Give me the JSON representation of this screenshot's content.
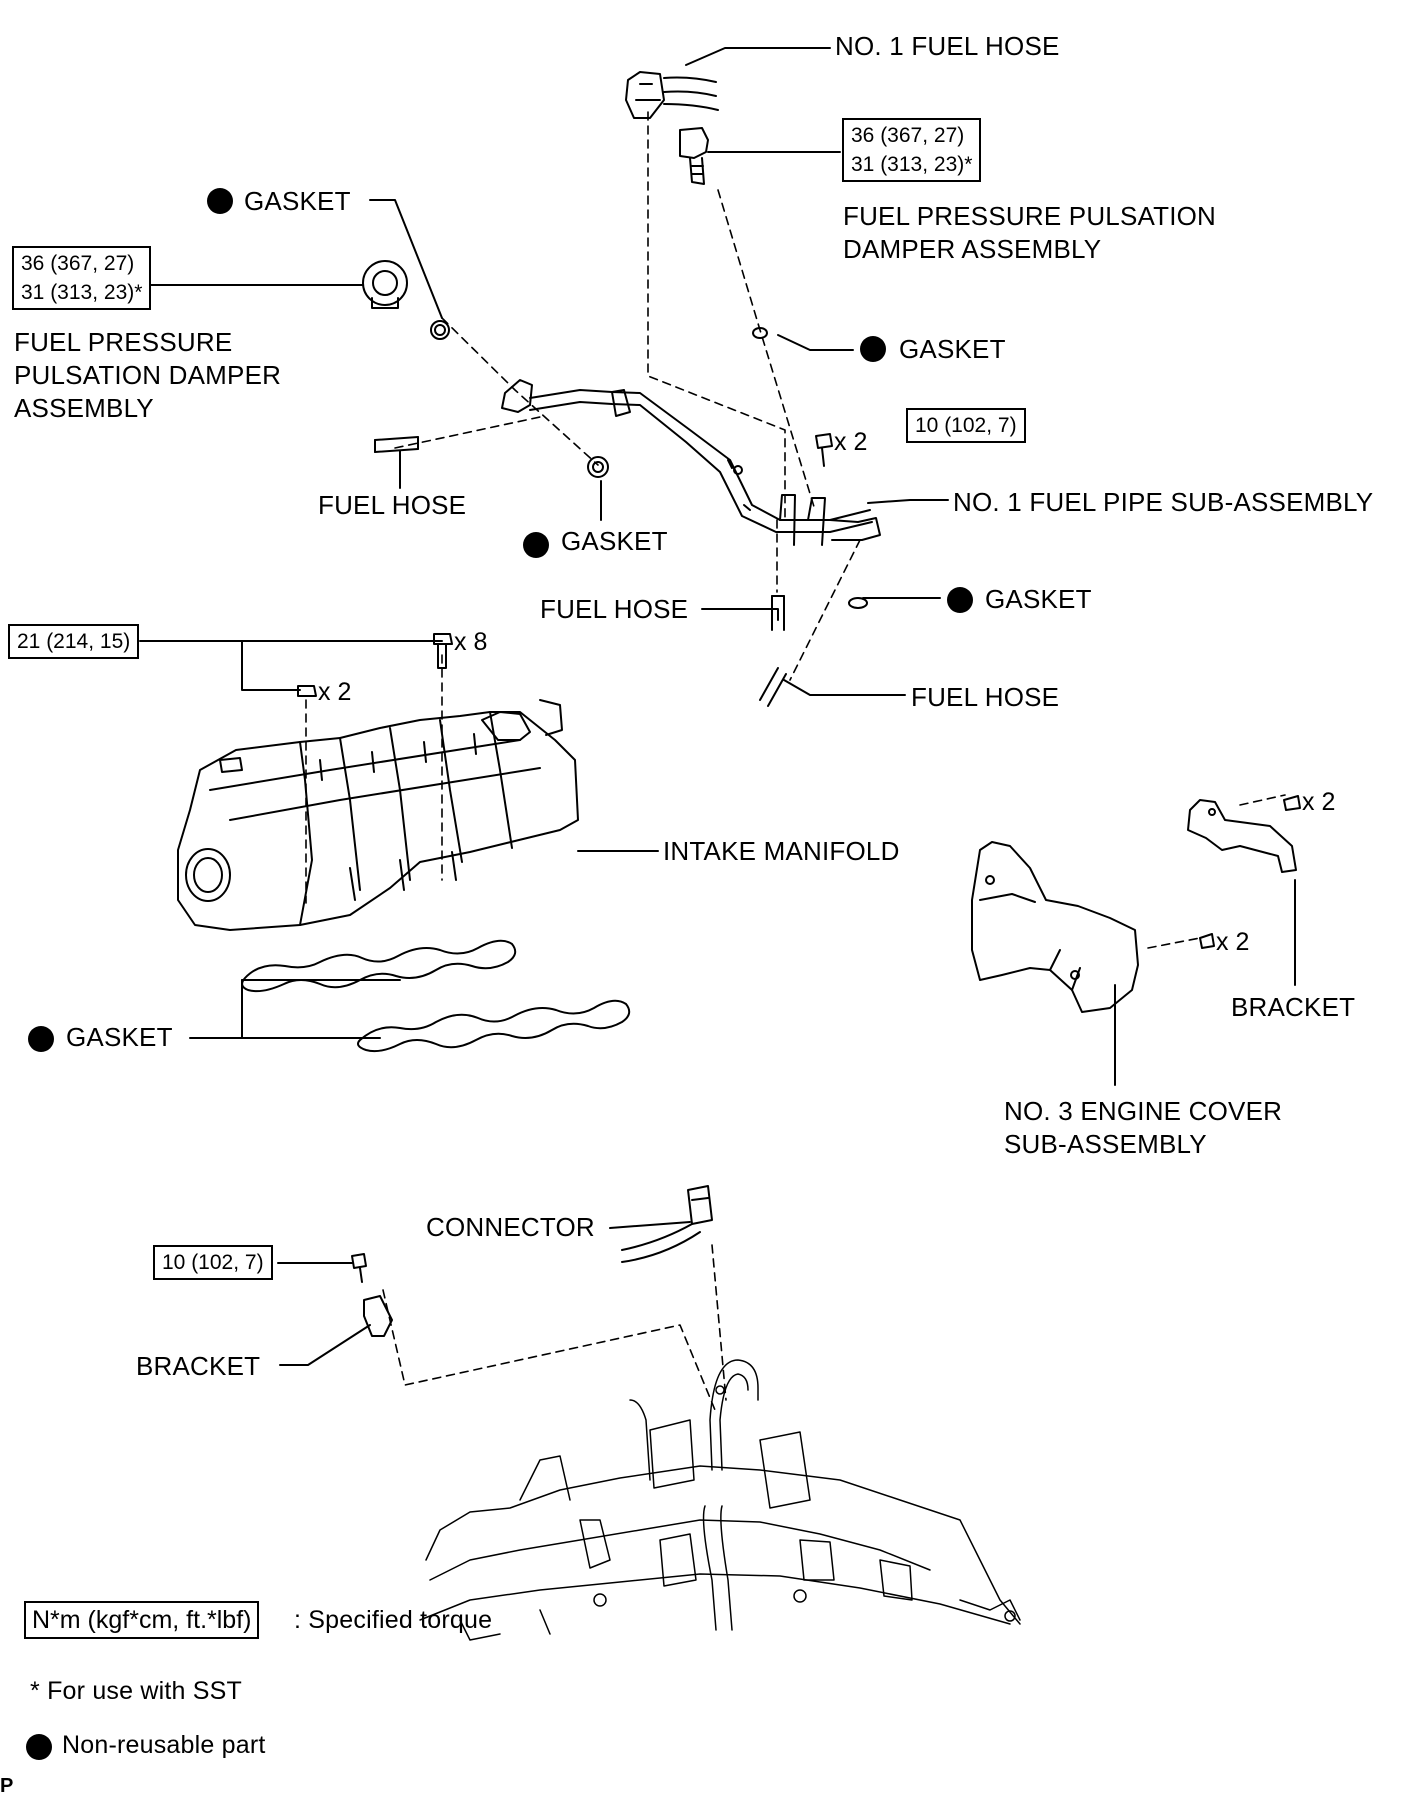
{
  "labels": {
    "no1_fuel_hose": "NO. 1 FUEL HOSE",
    "gasket": "GASKET",
    "fuel_pressure_damper_right": "FUEL PRESSURE PULSATION\nDAMPER ASSEMBLY",
    "fuel_pressure_damper_left": "FUEL PRESSURE\nPULSATION DAMPER\nASSEMBLY",
    "fuel_hose": "FUEL HOSE",
    "no1_fuel_pipe": "NO. 1 FUEL PIPE SUB-ASSEMBLY",
    "intake_manifold": "INTAKE MANIFOLD",
    "bracket": "BRACKET",
    "no3_engine_cover": "NO. 3 ENGINE COVER\nSUB-ASSEMBLY",
    "connector": "CONNECTOR",
    "page_mark": "P"
  },
  "torque": {
    "damper_right": "36 (367, 27)\n31 (313, 23)*",
    "damper_left": "36 (367, 27)\n31 (313, 23)*",
    "pipe_bolts": "10 (102, 7)",
    "manifold": "21 (214, 15)",
    "bracket_lower": "10 (102, 7)"
  },
  "counts": {
    "pipe_bolts": "x 2",
    "manifold_bolts": "x 8",
    "manifold_nuts": "x 2",
    "bracket_bolts": "x 2",
    "cover_bolts": "x 2"
  },
  "legend": {
    "torque_box": "N*m (kgf*cm, ft.*lbf)",
    "torque_text": ": Specified torque",
    "sst_note": "* For use with SST",
    "nonreusable": "Non-reusable part"
  },
  "colors": {
    "ink": "#000000",
    "paper": "#ffffff"
  }
}
